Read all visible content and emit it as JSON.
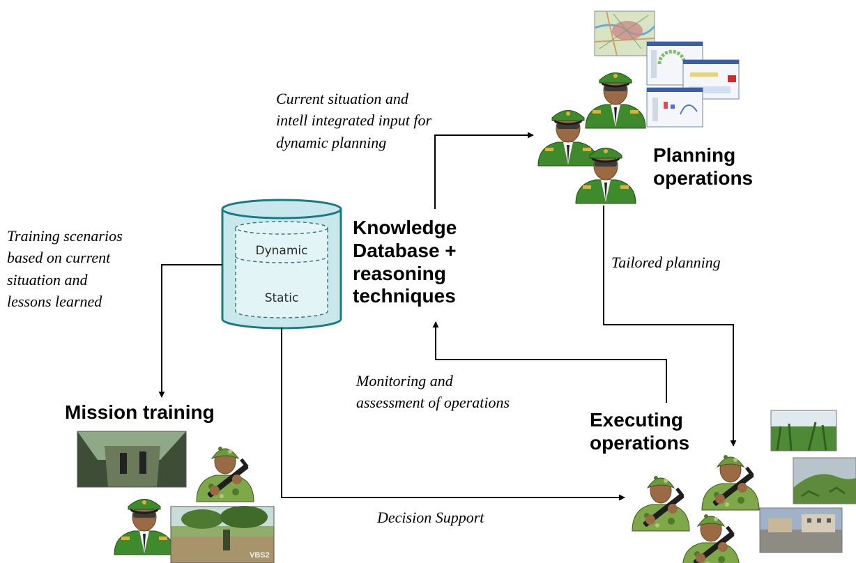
{
  "nodes": {
    "planning": {
      "lines": [
        "Planning",
        "operations"
      ]
    },
    "knowledge": {
      "lines": [
        "Knowledge",
        "Database +",
        "reasoning",
        "techniques"
      ]
    },
    "mission": {
      "lines": [
        "Mission training"
      ]
    },
    "executing": {
      "lines": [
        "Executing",
        "operations"
      ]
    }
  },
  "database": {
    "dynamic_label": "Dynamic",
    "static_label": "Static",
    "fill_color": "#c8e8ec",
    "edge_color": "#1a7a84"
  },
  "edges": {
    "current_situation": {
      "lines": [
        "Current situation and",
        "intell integrated input for",
        "dynamic planning"
      ]
    },
    "training_scenarios": {
      "lines": [
        "Training scenarios",
        "based on current",
        "situation and",
        "lessons learned"
      ]
    },
    "tailored_planning": {
      "lines": [
        "Tailored planning"
      ]
    },
    "monitoring": {
      "lines": [
        "Monitoring and",
        "assessment of operations"
      ]
    },
    "decision_support": {
      "lines": [
        "Decision Support"
      ]
    }
  },
  "icons": {
    "officer": "officer-figure-icon",
    "soldier": "soldier-figure-icon",
    "map": "map-thumbnail",
    "screens": "software-screenshot-thumbnail"
  },
  "photo_watermark": "VBS2"
}
